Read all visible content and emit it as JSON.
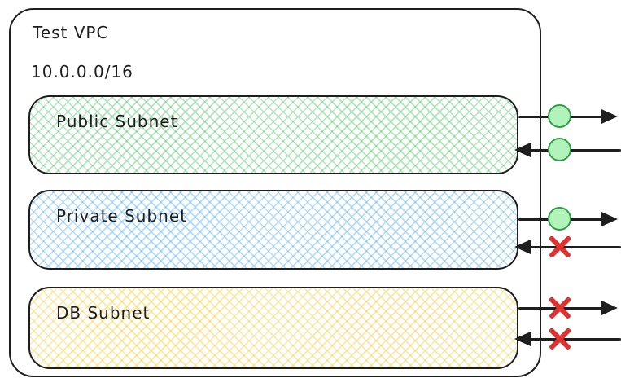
{
  "vpc": {
    "title": "Test VPC",
    "cidr": "10.0.0.0/16",
    "subnets": [
      {
        "label": "Public Subnet",
        "fill": "#b2f2bb"
      },
      {
        "label": "Private Subnet",
        "fill": "#a5d8ff"
      },
      {
        "label": "DB Subnet",
        "fill": "#ffec99"
      }
    ]
  },
  "flows": [
    {
      "subnet": "Public Subnet",
      "direction": "outbound",
      "status": "allowed"
    },
    {
      "subnet": "Public Subnet",
      "direction": "inbound",
      "status": "allowed"
    },
    {
      "subnet": "Private Subnet",
      "direction": "outbound",
      "status": "allowed"
    },
    {
      "subnet": "Private Subnet",
      "direction": "inbound",
      "status": "blocked"
    },
    {
      "subnet": "DB Subnet",
      "direction": "outbound",
      "status": "blocked"
    },
    {
      "subnet": "DB Subnet",
      "direction": "inbound",
      "status": "blocked"
    }
  ],
  "colors": {
    "stroke": "#1e1e1e",
    "allowed_fill": "#b2f2bb",
    "allowed_stroke": "#2f9e44",
    "blocked": "#e03131"
  }
}
